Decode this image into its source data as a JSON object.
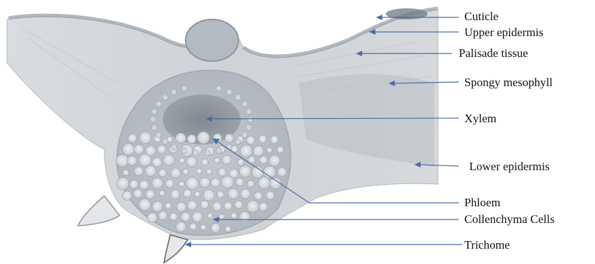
{
  "labels": {
    "cuticle": "Cuticle",
    "upper_epidermis": "Upper epidermis",
    "palisade_tissue": "Palisade tissue",
    "spongy_mesophyll": "Spongy mesophyll",
    "xylem": "Xylem",
    "lower_epidermis": "Lower epidermis",
    "phloem": "Phloem",
    "collenchyma_cells": "Collenchyma Cells",
    "trichome": "Trichome"
  },
  "colors": {
    "leader_line": "#4a6aa8",
    "tissue_base": "#c9cdd2",
    "tissue_dark": "#8b939c",
    "xylem": "#7d858e"
  }
}
